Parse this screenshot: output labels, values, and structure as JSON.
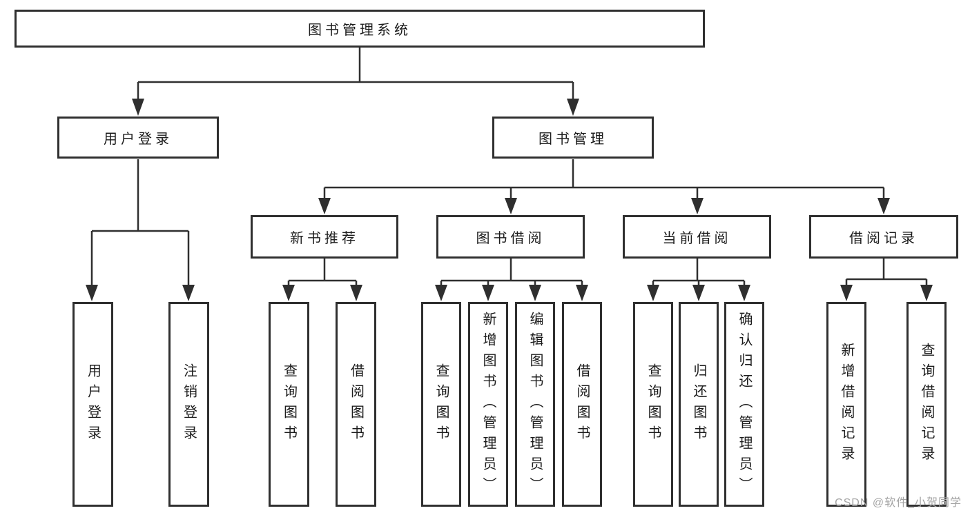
{
  "diagram": {
    "type": "tree",
    "title": "图书管理系统",
    "hierarchy": {
      "label": "图书管理系统",
      "children": [
        {
          "label": "用户登录",
          "children": [
            {
              "label": "用户登录"
            },
            {
              "label": "注销登录"
            }
          ]
        },
        {
          "label": "图书管理",
          "children": [
            {
              "label": "新书推荐",
              "children": [
                {
                  "label": "查询图书"
                },
                {
                  "label": "借阅图书"
                }
              ]
            },
            {
              "label": "图书借阅",
              "children": [
                {
                  "label": "查询图书"
                },
                {
                  "label": "新增图书（管理员）"
                },
                {
                  "label": "编辑图书（管理员）"
                },
                {
                  "label": "借阅图书"
                }
              ]
            },
            {
              "label": "当前借阅",
              "children": [
                {
                  "label": "查询图书"
                },
                {
                  "label": "归还图书"
                },
                {
                  "label": "确认归还（管理员）"
                }
              ]
            },
            {
              "label": "借阅记录",
              "children": [
                {
                  "label": "新增借阅记录"
                },
                {
                  "label": "查询借阅记录"
                }
              ]
            }
          ]
        }
      ]
    }
  },
  "nodes": {
    "root": "图书管理系统",
    "user_login": "用户登录",
    "book_mgmt": "图书管理",
    "leaf_user_login": "用户登录",
    "leaf_logout": "注销登录",
    "new_book_rec": "新书推荐",
    "book_borrow": "图书借阅",
    "current_borrow": "当前借阅",
    "borrow_record": "借阅记录",
    "nbr_query": "查询图书",
    "nbr_borrow": "借阅图书",
    "bb_query": "查询图书",
    "bb_add": "新增图书（管理员）",
    "bb_edit": "编辑图书（管理员）",
    "bb_borrow": "借阅图书",
    "cb_query": "查询图书",
    "cb_return": "归还图书",
    "cb_confirm": "确认归还（管理员）",
    "br_add": "新增借阅记录",
    "br_query": "查询借阅记录"
  },
  "watermark": {
    "text": "CSDN @软件_小贺同学",
    "color": "#a3a3a3"
  },
  "colors": {
    "line": "#2f2f2f",
    "box_border": "#2f2f2f",
    "box_fill": "#ffffff",
    "text": "#1c1c1c",
    "background": "#ffffff"
  }
}
